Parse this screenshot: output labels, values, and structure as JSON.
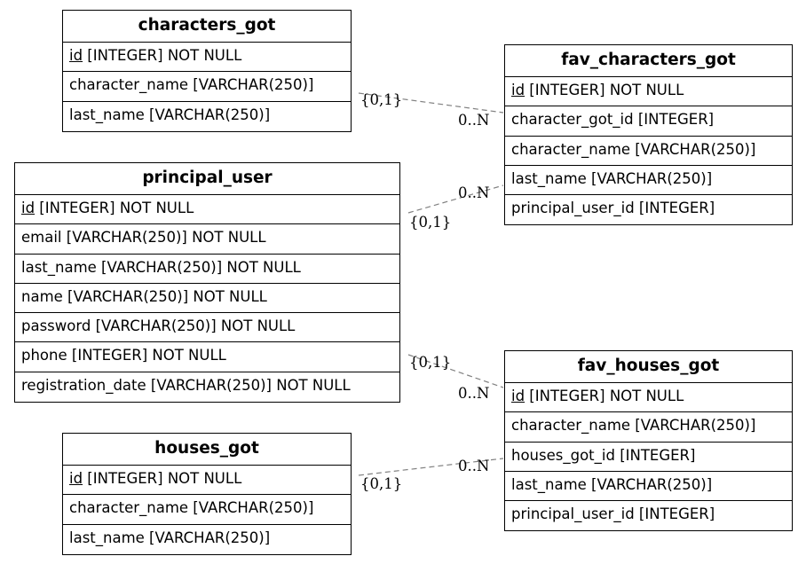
{
  "entities": {
    "characters_got": {
      "title": "characters_got",
      "attrs": [
        {
          "name": "id",
          "rest": " [INTEGER] NOT NULL"
        },
        {
          "name": "character_name",
          "rest": " [VARCHAR(250)]"
        },
        {
          "name": "last_name",
          "rest": " [VARCHAR(250)]"
        }
      ]
    },
    "fav_characters_got": {
      "title": "fav_characters_got",
      "attrs": [
        {
          "name": "id",
          "rest": " [INTEGER] NOT NULL"
        },
        {
          "name": "character_got_id",
          "rest": " [INTEGER]"
        },
        {
          "name": "character_name",
          "rest": " [VARCHAR(250)]"
        },
        {
          "name": "last_name",
          "rest": " [VARCHAR(250)]"
        },
        {
          "name": "principal_user_id",
          "rest": " [INTEGER]"
        }
      ]
    },
    "principal_user": {
      "title": "principal_user",
      "attrs": [
        {
          "name": "id",
          "rest": " [INTEGER] NOT NULL"
        },
        {
          "name": "email",
          "rest": " [VARCHAR(250)] NOT NULL"
        },
        {
          "name": "last_name",
          "rest": " [VARCHAR(250)] NOT NULL"
        },
        {
          "name": "name",
          "rest": " [VARCHAR(250)] NOT NULL"
        },
        {
          "name": "password",
          "rest": " [VARCHAR(250)] NOT NULL"
        },
        {
          "name": "phone",
          "rest": " [INTEGER] NOT NULL"
        },
        {
          "name": "registration_date",
          "rest": " [VARCHAR(250)] NOT NULL"
        }
      ]
    },
    "fav_houses_got": {
      "title": "fav_houses_got",
      "attrs": [
        {
          "name": "id",
          "rest": " [INTEGER] NOT NULL"
        },
        {
          "name": "character_name",
          "rest": " [VARCHAR(250)]"
        },
        {
          "name": "houses_got_id",
          "rest": " [INTEGER]"
        },
        {
          "name": "last_name",
          "rest": " [VARCHAR(250)]"
        },
        {
          "name": "principal_user_id",
          "rest": " [INTEGER]"
        }
      ]
    },
    "houses_got": {
      "title": "houses_got",
      "attrs": [
        {
          "name": "id",
          "rest": " [INTEGER] NOT NULL"
        },
        {
          "name": "character_name",
          "rest": " [VARCHAR(250)]"
        },
        {
          "name": "last_name",
          "rest": " [VARCHAR(250)]"
        }
      ]
    }
  },
  "relationships": [
    {
      "from": "characters_got",
      "to": "fav_characters_got",
      "from_card": "{0,1}",
      "to_card": "0..N"
    },
    {
      "from": "principal_user",
      "to": "fav_characters_got",
      "from_card": "{0,1}",
      "to_card": "0..N"
    },
    {
      "from": "principal_user",
      "to": "fav_houses_got",
      "from_card": "{0,1}",
      "to_card": "0..N"
    },
    {
      "from": "houses_got",
      "to": "fav_houses_got",
      "from_card": "{0,1}",
      "to_card": "0..N"
    }
  ],
  "colors": {
    "border": "#000000",
    "connector": "#808080"
  }
}
